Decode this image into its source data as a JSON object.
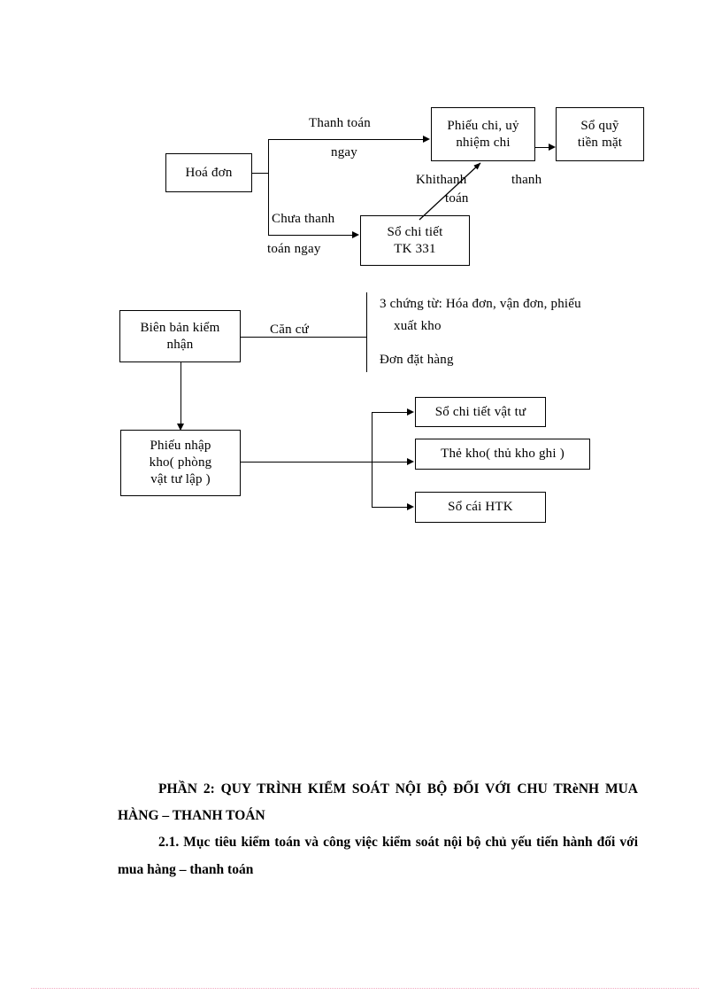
{
  "document": {
    "page_background": "#ffffff",
    "ink_color": "#000000",
    "footer_rule_color": "#f0a9c0"
  },
  "diagram_top": {
    "name": "payment-document-flow",
    "nodes": {
      "invoice": "Hoá đơn",
      "payment_voucher": "Phiếu chi, uỷ\nnhiệm chi",
      "cash_book": "Sổ quỹ\ntiền mặt",
      "detail_ledger_331": "Sổ chi tiết\nTK 331"
    },
    "edge_labels": {
      "pay_now_line1": "Thanh toán",
      "pay_now_line2": "ngay",
      "not_pay_now_line1": "Chưa thanh",
      "not_pay_now_line2": "toán ngay",
      "when_paid_line1": "Khithanh",
      "when_paid_line2": "toán",
      "when_paid_stray": "thanh"
    }
  },
  "diagram_bottom": {
    "name": "goods-receipt-flow",
    "nodes": {
      "acceptance_record": "Biên bản kiểm\nnhận",
      "goods_receipt_note": "Phiếu nhập\nkho( phòng\nvật tư lập )",
      "material_detail_book": "Sổ chi tiết vật tư",
      "warehouse_card": "Thẻ kho( thủ kho ghi )",
      "general_ledger_htk": "Sổ cái HTK"
    },
    "edge_labels": {
      "basis": "Căn cứ"
    },
    "basis_list": {
      "line1": "3 chứng từ: Hóa đơn, vận đơn, phiếu",
      "line2": "xuất kho",
      "line3": "Đơn đặt hàng"
    }
  },
  "body_text": {
    "heading_part": "PHẦN 2:  QUY  TRÌNH  KIỂM  SOÁT  NỘI BỘ  ĐỐI VỚI  CHU TRèNH MUA HÀNG – THANH TOÁN",
    "subheading": "2.1. Mục tiêu kiểm toán và công việc kiểm soát nội bộ chủ yếu tiến hành đối với mua hàng – thanh toán"
  }
}
